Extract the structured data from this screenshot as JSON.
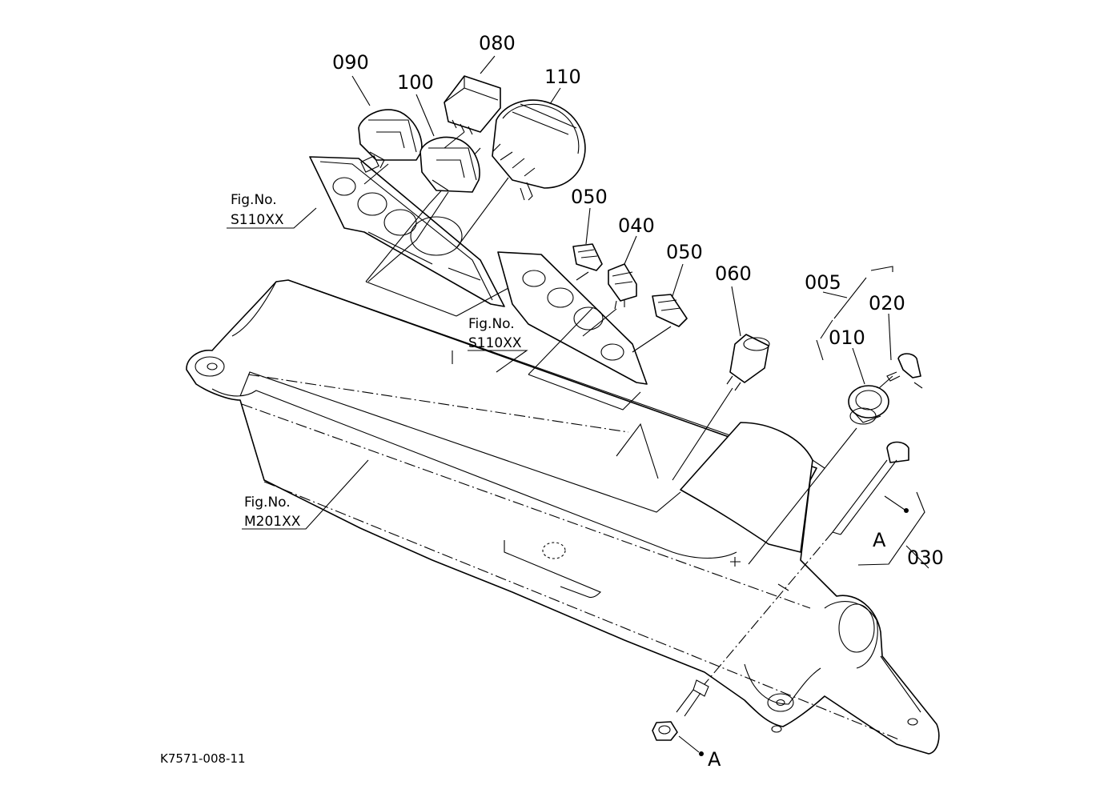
{
  "drawing_code": "K7571-008-11",
  "part_numbers": {
    "p005": "005",
    "p010": "010",
    "p020": "020",
    "p030": "030",
    "p040": "040",
    "p050a": "050",
    "p050b": "050",
    "p060": "060",
    "p080": "080",
    "p090": "090",
    "p100": "100",
    "p110": "110"
  },
  "figure_refs": {
    "ref_a": {
      "label": "Fig.No.",
      "number": "S110XX"
    },
    "ref_b": {
      "label": "Fig.No.",
      "number": "S110XX"
    },
    "ref_c": {
      "label": "Fig.No.",
      "number": "M201XX"
    }
  },
  "connector_marks": {
    "upper": "A",
    "lower": "A"
  }
}
